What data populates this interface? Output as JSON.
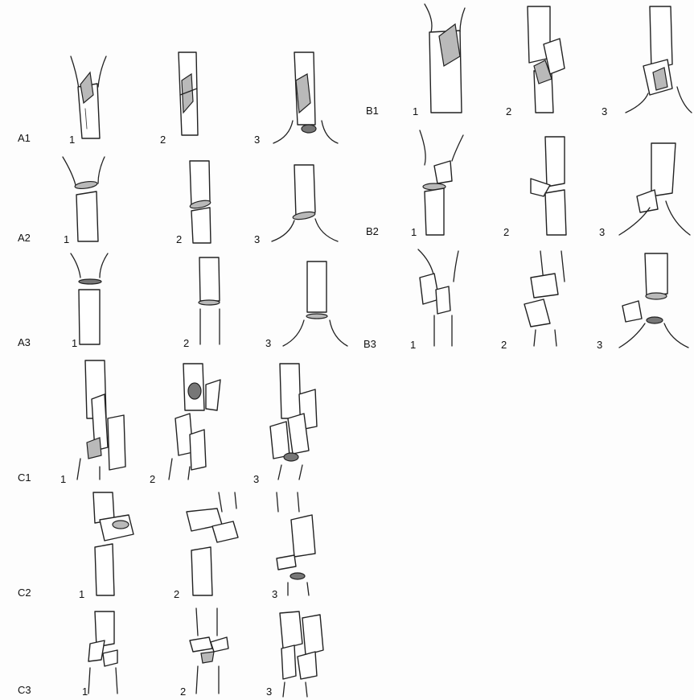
{
  "groups": [
    {
      "label": "A1",
      "items": [
        "1",
        "2",
        "3"
      ]
    },
    {
      "label": "A2",
      "items": [
        "1",
        "2",
        "3"
      ]
    },
    {
      "label": "A3",
      "items": [
        "1",
        "2",
        "3"
      ]
    },
    {
      "label": "B1",
      "items": [
        "1",
        "2",
        "3"
      ]
    },
    {
      "label": "B2",
      "items": [
        "1",
        "2",
        "3"
      ]
    },
    {
      "label": "B3",
      "items": [
        "1",
        "2",
        "3"
      ]
    },
    {
      "label": "C1",
      "items": [
        "1",
        "2",
        "3"
      ]
    },
    {
      "label": "C2",
      "items": [
        "1",
        "2",
        "3"
      ]
    },
    {
      "label": "C3",
      "items": [
        "1",
        "2",
        "3"
      ]
    }
  ]
}
